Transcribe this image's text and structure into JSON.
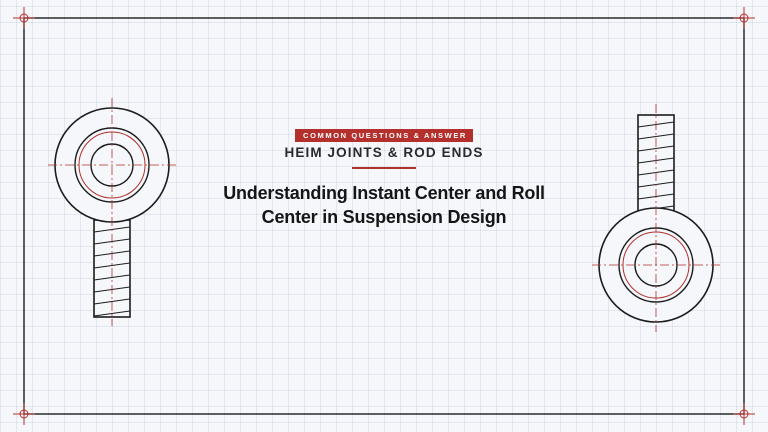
{
  "header": {
    "badge": "COMMON QUESTIONS & ANSWER",
    "subtitle": "HEIM JOINTS & ROD ENDS",
    "title_line1": "Understanding Instant Center and Roll",
    "title_line2": "Center in Suspension Design"
  },
  "colors": {
    "accent_red": "#b3302c",
    "ink": "#1c1c1c",
    "grid_background": "#f5f7fb"
  },
  "illustrations": {
    "left": "rod-end-pointing-down",
    "right": "rod-end-pointing-up"
  }
}
